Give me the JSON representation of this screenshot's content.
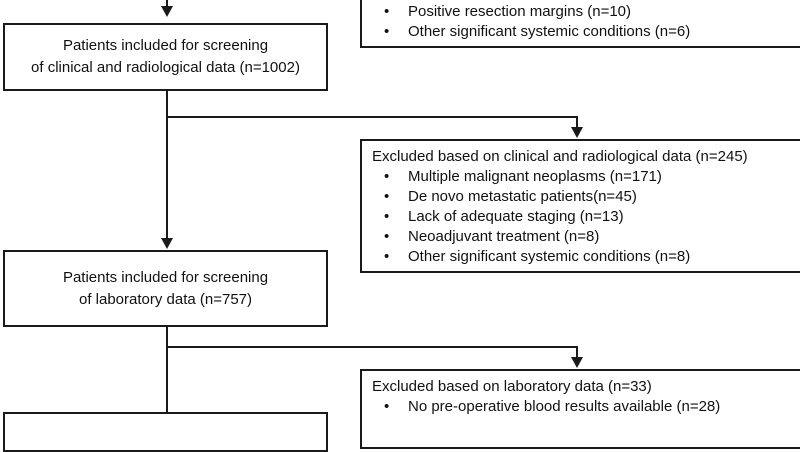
{
  "flowchart": {
    "top_exclusion": {
      "items": [
        "Positive resection margins (n=10)",
        "Other significant systemic conditions (n=6)"
      ]
    },
    "step_clinical": {
      "line1": "Patients included for screening",
      "line2": "of clinical and radiological data (n=1002)"
    },
    "exclusion_clinical": {
      "heading": "Excluded based on clinical and radiological data (n=245)",
      "items": [
        "Multiple malignant neoplasms (n=171)",
        "De novo metastatic patients(n=45)",
        "Lack of adequate staging (n=13)",
        "Neoadjuvant treatment (n=8)",
        "Other significant systemic conditions (n=8)"
      ]
    },
    "step_laboratory": {
      "line1": "Patients included for screening",
      "line2": "of laboratory data (n=757)"
    },
    "exclusion_laboratory": {
      "heading": "Excluded based on laboratory data (n=33)",
      "items": [
        "No pre-operative blood results available (n=28)"
      ]
    },
    "bullet_glyph": "•"
  }
}
